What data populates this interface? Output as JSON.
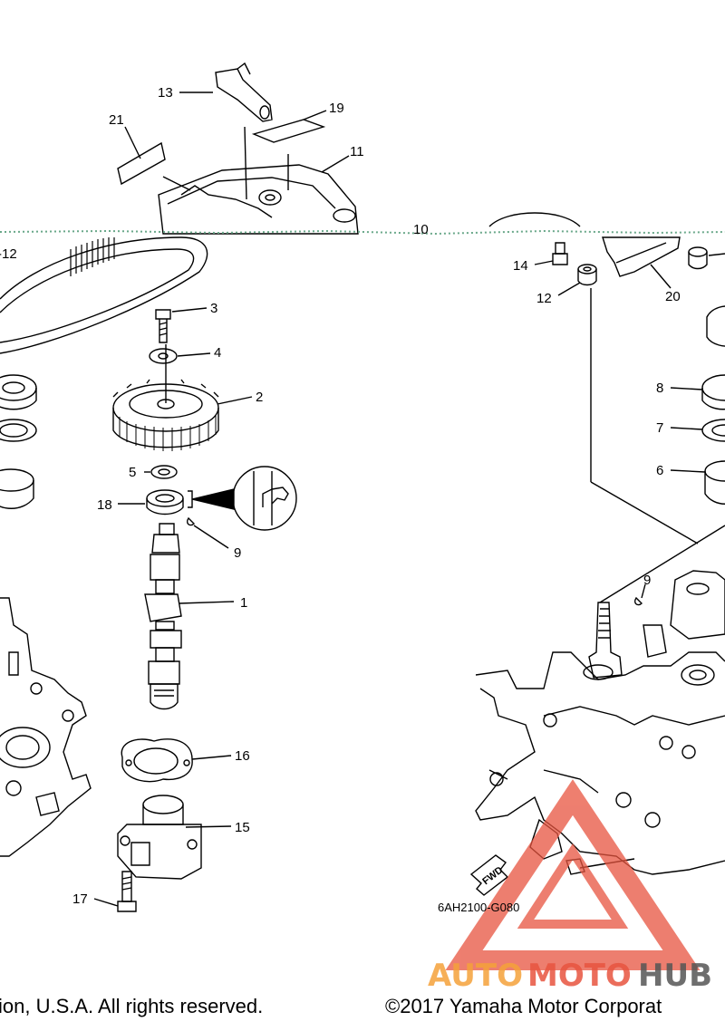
{
  "callouts": {
    "c1": "1",
    "c2": "2",
    "c3": "3",
    "c4": "4",
    "c5": "5",
    "c6": "6",
    "c7": "7",
    "c8": "8",
    "c9a": "9",
    "c9b": "9",
    "c11": "11",
    "c12": "12",
    "c12b": "-12",
    "c13": "13",
    "c14": "14",
    "c15": "15",
    "c16": "16",
    "c17": "17",
    "c18": "18",
    "c19": "19",
    "c20": "20",
    "c21": "21",
    "c10": "10"
  },
  "diagram_code": "6AH2100-G080",
  "fwd_label": "FWD",
  "watermark": {
    "text_auto": "AUTO",
    "text_moto": "MOTO",
    "text_hub": "HUB",
    "color_red": "#e8543f",
    "color_orange": "#f5a23a",
    "color_gray": "#555555"
  },
  "footer": {
    "left": "ion, U.S.A. All rights reserved.",
    "right": "©2017 Yamaha Motor Corporat"
  }
}
